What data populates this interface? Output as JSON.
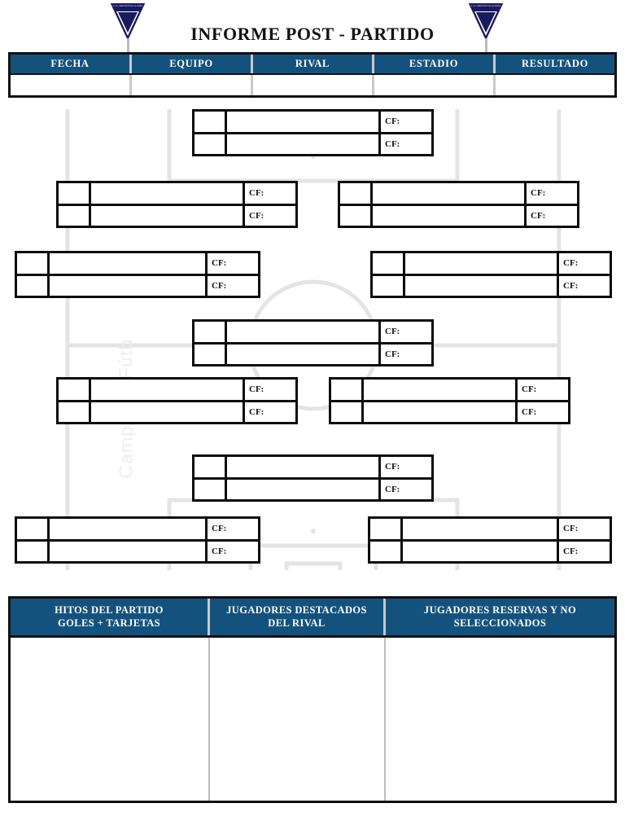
{
  "document": {
    "title": "INFORME POST - PARTIDO",
    "watermark": "Campo de Fútb"
  },
  "branding": {
    "pennant_icon": "pennant-icon",
    "pennant_text": "C. D. DEPORTIVO ALAVÉS",
    "pennant_subtext": "ALAVÉS"
  },
  "info_table": {
    "headers": [
      "FECHA",
      "EQUIPO",
      "RIVAL",
      "ESTADIO",
      "RESULTADO"
    ],
    "values": [
      "",
      "",
      "",
      "",
      ""
    ]
  },
  "formation": {
    "cf_label": "CF:",
    "rows": [
      {
        "row_name": "goalkeeper-row",
        "boxes": [
          {
            "box_name": "player-box-gk",
            "number": "",
            "name": "",
            "cf": "CF:",
            "number2": "",
            "name2": "",
            "cf2": "CF:"
          }
        ]
      },
      {
        "row_name": "defenders-inner-row",
        "boxes": [
          {
            "box_name": "player-box-dc-left",
            "number": "",
            "name": "",
            "cf": "CF:",
            "number2": "",
            "name2": "",
            "cf2": "CF:"
          },
          {
            "box_name": "player-box-dc-right",
            "number": "",
            "name": "",
            "cf": "CF:",
            "number2": "",
            "name2": "",
            "cf2": "CF:"
          }
        ]
      },
      {
        "row_name": "fullbacks-row",
        "boxes": [
          {
            "box_name": "player-box-lb",
            "number": "",
            "name": "",
            "cf": "CF:",
            "number2": "",
            "name2": "",
            "cf2": "CF:"
          },
          {
            "box_name": "player-box-rb",
            "number": "",
            "name": "",
            "cf": "CF:",
            "number2": "",
            "name2": "",
            "cf2": "CF:"
          }
        ]
      },
      {
        "row_name": "pivot-row",
        "boxes": [
          {
            "box_name": "player-box-pivot",
            "number": "",
            "name": "",
            "cf": "CF:",
            "number2": "",
            "name2": "",
            "cf2": "CF:"
          }
        ]
      },
      {
        "row_name": "midfield-row",
        "boxes": [
          {
            "box_name": "player-box-mc-left",
            "number": "",
            "name": "",
            "cf": "CF:",
            "number2": "",
            "name2": "",
            "cf2": "CF:"
          },
          {
            "box_name": "player-box-mc-right",
            "number": "",
            "name": "",
            "cf": "CF:",
            "number2": "",
            "name2": "",
            "cf2": "CF:"
          }
        ]
      },
      {
        "row_name": "attacking-mid-row",
        "boxes": [
          {
            "box_name": "player-box-am",
            "number": "",
            "name": "",
            "cf": "CF:",
            "number2": "",
            "name2": "",
            "cf2": "CF:"
          }
        ]
      },
      {
        "row_name": "forwards-row",
        "boxes": [
          {
            "box_name": "player-box-lw",
            "number": "",
            "name": "",
            "cf": "CF:",
            "number2": "",
            "name2": "",
            "cf2": "CF:"
          },
          {
            "box_name": "player-box-rw",
            "number": "",
            "name": "",
            "cf": "CF:",
            "number2": "",
            "name2": "",
            "cf2": "CF:"
          }
        ]
      }
    ]
  },
  "bottom_table": {
    "headers": [
      "HITOS DEL PARTIDO\nGOLES + TARJETAS",
      "JUGADORES DESTACADOS\nDEL RIVAL",
      "JUGADORES RESERVAS Y NO\nSELECCIONADOS"
    ],
    "values": [
      "",
      "",
      ""
    ]
  },
  "colors": {
    "header_blue": "#14527e",
    "pennant_navy": "#1a1a5c",
    "border_black": "#0d0d0d",
    "pitch_line": "#e3e3e3",
    "divider_gray": "#c9c9c9"
  }
}
